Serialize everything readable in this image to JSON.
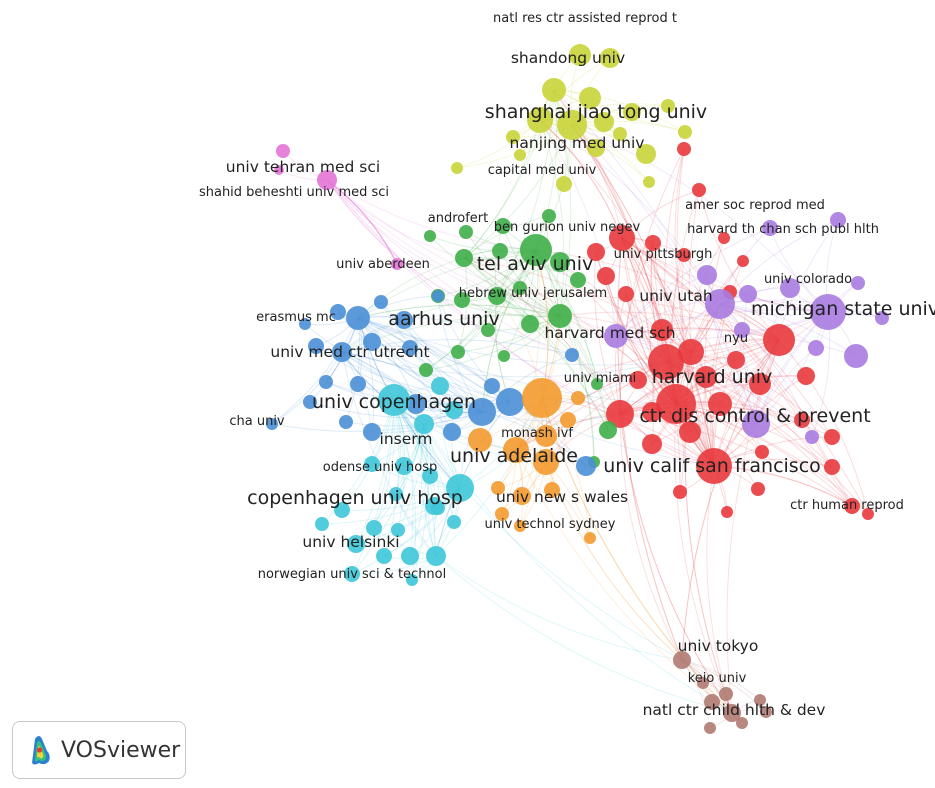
{
  "app": {
    "name": "VOSviewer"
  },
  "clusters": {
    "red": {
      "color": "#e8383d"
    },
    "green": {
      "color": "#3fae49"
    },
    "blue": {
      "color": "#4a8fd6"
    },
    "yellow": {
      "color": "#c9d43a"
    },
    "purple": {
      "color": "#a97be0"
    },
    "cyan": {
      "color": "#3ec6d8"
    },
    "orange": {
      "color": "#f39a2e"
    },
    "pink": {
      "color": "#e374d6"
    },
    "brown": {
      "color": "#b07a72"
    }
  },
  "labels": [
    {
      "text": "natl res ctr assisted reprod t",
      "cluster": "yellow",
      "size": "s"
    },
    {
      "text": "shandong univ",
      "cluster": "yellow",
      "size": "m"
    },
    {
      "text": "shanghai jiao tong univ",
      "cluster": "yellow",
      "size": "l"
    },
    {
      "text": "nanjing med univ",
      "cluster": "yellow",
      "size": "m"
    },
    {
      "text": "capital med univ",
      "cluster": "yellow",
      "size": "s"
    },
    {
      "text": "univ tehran med sci",
      "cluster": "pink",
      "size": "m"
    },
    {
      "text": "shahid beheshti univ med sci",
      "cluster": "pink",
      "size": "s"
    },
    {
      "text": "amer soc reprod med",
      "cluster": "red",
      "size": "s"
    },
    {
      "text": "androfert",
      "cluster": "green",
      "size": "s"
    },
    {
      "text": "ben gurion univ negev",
      "cluster": "green",
      "size": "s"
    },
    {
      "text": "harvard th chan sch publ hlth",
      "cluster": "purple",
      "size": "s"
    },
    {
      "text": "univ pittsburgh",
      "cluster": "red",
      "size": "s"
    },
    {
      "text": "tel aviv univ",
      "cluster": "green",
      "size": "l"
    },
    {
      "text": "univ aberdeen",
      "cluster": "pink",
      "size": "s"
    },
    {
      "text": "univ colorado",
      "cluster": "purple",
      "size": "s"
    },
    {
      "text": "hebrew univ jerusalem",
      "cluster": "green",
      "size": "s"
    },
    {
      "text": "univ utah",
      "cluster": "purple",
      "size": "m"
    },
    {
      "text": "michigan state univ",
      "cluster": "purple",
      "size": "l"
    },
    {
      "text": "erasmus mc",
      "cluster": "blue",
      "size": "s"
    },
    {
      "text": "aarhus univ",
      "cluster": "green",
      "size": "l"
    },
    {
      "text": "harvard med sch",
      "cluster": "purple",
      "size": "m"
    },
    {
      "text": "nyu",
      "cluster": "red",
      "size": "s"
    },
    {
      "text": "univ med ctr utrecht",
      "cluster": "blue",
      "size": "m"
    },
    {
      "text": "univ miami",
      "cluster": "orange",
      "size": "s"
    },
    {
      "text": "harvard univ",
      "cluster": "red",
      "size": "l"
    },
    {
      "text": "univ copenhagen",
      "cluster": "cyan",
      "size": "l"
    },
    {
      "text": "ctr dis control & prevent",
      "cluster": "red",
      "size": "l"
    },
    {
      "text": "cha univ",
      "cluster": "blue",
      "size": "s"
    },
    {
      "text": "monash ivf",
      "cluster": "orange",
      "size": "s"
    },
    {
      "text": "inserm",
      "cluster": "cyan",
      "size": "m"
    },
    {
      "text": "univ adelaide",
      "cluster": "orange",
      "size": "l"
    },
    {
      "text": "odense univ hosp",
      "cluster": "cyan",
      "size": "s"
    },
    {
      "text": "univ calif san francisco",
      "cluster": "red",
      "size": "l"
    },
    {
      "text": "copenhagen univ hosp",
      "cluster": "cyan",
      "size": "l"
    },
    {
      "text": "univ new s wales",
      "cluster": "orange",
      "size": "m"
    },
    {
      "text": "ctr human reprod",
      "cluster": "red",
      "size": "s"
    },
    {
      "text": "univ technol sydney",
      "cluster": "orange",
      "size": "s"
    },
    {
      "text": "univ helsinki",
      "cluster": "cyan",
      "size": "m"
    },
    {
      "text": "norwegian univ sci & technol",
      "cluster": "cyan",
      "size": "s"
    },
    {
      "text": "univ tokyo",
      "cluster": "brown",
      "size": "m"
    },
    {
      "text": "keio univ",
      "cluster": "brown",
      "size": "s"
    },
    {
      "text": "natl ctr child hlth & dev",
      "cluster": "brown",
      "size": "m"
    }
  ]
}
